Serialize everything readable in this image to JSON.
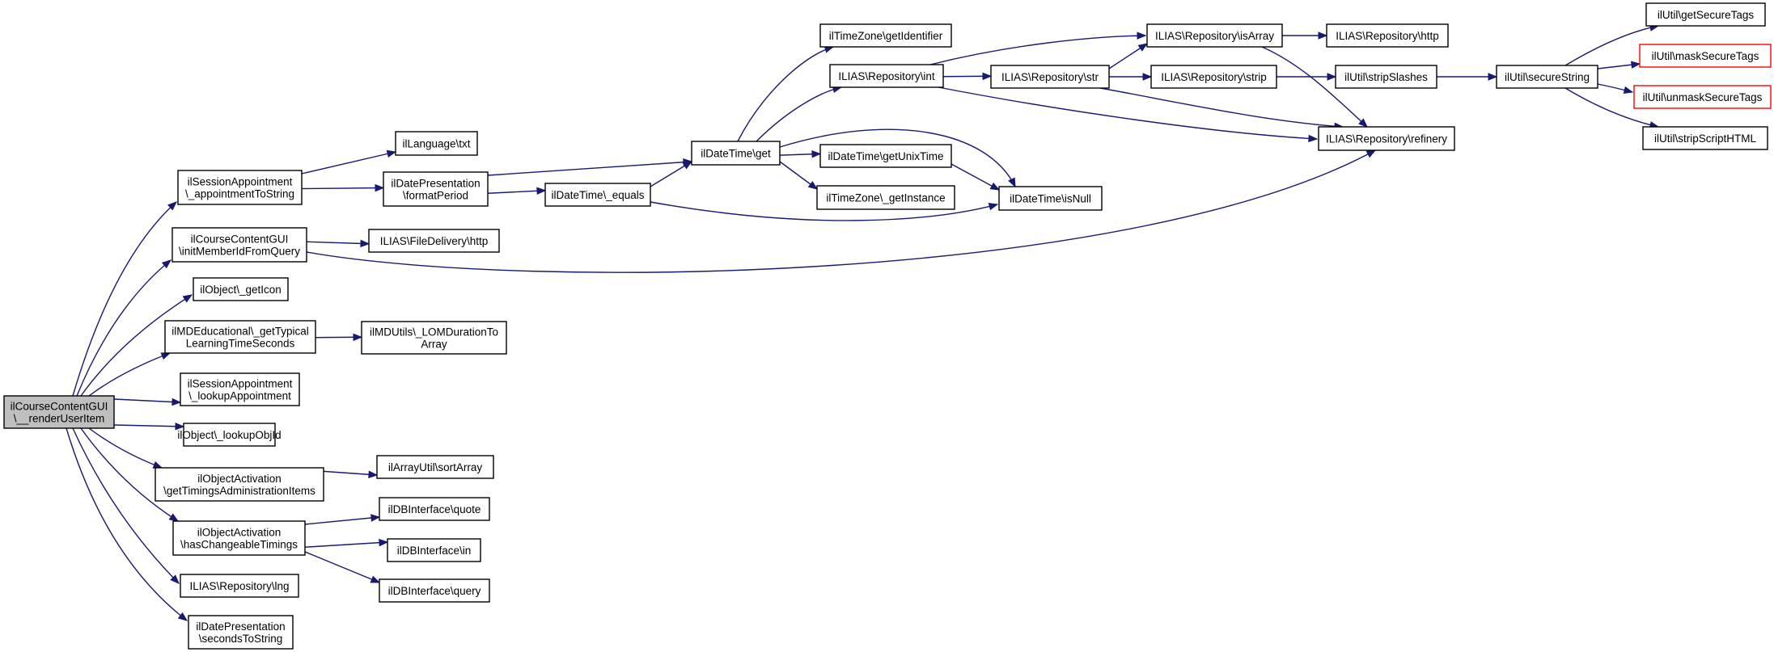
{
  "colors": {
    "edge": "#191970",
    "root_fill": "#bfbfbf",
    "node_fill": "#ffffff",
    "node_border": "#000000",
    "truncated_border": "#ff0000"
  },
  "nodes": [
    {
      "id": "root",
      "lines": [
        "ilCourseContentGUI",
        "\\__renderUserItem"
      ],
      "style": "root"
    },
    {
      "id": "sessAppToString",
      "lines": [
        "ilSessionAppointment",
        "\\_appointmentToString"
      ],
      "style": "plain"
    },
    {
      "id": "initMember",
      "lines": [
        "ilCourseContentGUI",
        "\\initMemberIdFromQuery"
      ],
      "style": "plain"
    },
    {
      "id": "getIcon",
      "lines": [
        "ilObject\\_getIcon"
      ],
      "style": "plain"
    },
    {
      "id": "mdEdu",
      "lines": [
        "ilMDEducational\\_getTypical",
        "LearningTimeSeconds"
      ],
      "style": "plain"
    },
    {
      "id": "lookupApp",
      "lines": [
        "ilSessionAppointment",
        "\\_lookupAppointment"
      ],
      "style": "plain"
    },
    {
      "id": "lookupObjId",
      "lines": [
        "ilObject\\_lookupObjId"
      ],
      "style": "plain"
    },
    {
      "id": "timingsAdmin",
      "lines": [
        "ilObjectActivation",
        "\\getTimingsAdministrationItems"
      ],
      "style": "plain"
    },
    {
      "id": "hasChangeable",
      "lines": [
        "ilObjectActivation",
        "\\hasChangeableTimings"
      ],
      "style": "plain"
    },
    {
      "id": "repoLng",
      "lines": [
        "ILIAS\\Repository\\lng"
      ],
      "style": "plain"
    },
    {
      "id": "secToString",
      "lines": [
        "ilDatePresentation",
        "\\secondsToString"
      ],
      "style": "plain"
    },
    {
      "id": "langTxt",
      "lines": [
        "ilLanguage\\txt"
      ],
      "style": "plain"
    },
    {
      "id": "formatPeriod",
      "lines": [
        "ilDatePresentation",
        "\\formatPeriod"
      ],
      "style": "plain"
    },
    {
      "id": "fileHttp",
      "lines": [
        "ILIAS\\FileDelivery\\http"
      ],
      "style": "plain"
    },
    {
      "id": "lomDuration",
      "lines": [
        "ilMDUtils\\_LOMDurationTo",
        "Array"
      ],
      "style": "plain"
    },
    {
      "id": "sortArray",
      "lines": [
        "ilArrayUtil\\sortArray"
      ],
      "style": "plain"
    },
    {
      "id": "dbQuote",
      "lines": [
        "ilDBInterface\\quote"
      ],
      "style": "plain"
    },
    {
      "id": "dbIn",
      "lines": [
        "ilDBInterface\\in"
      ],
      "style": "plain"
    },
    {
      "id": "dbQuery",
      "lines": [
        "ilDBInterface\\query"
      ],
      "style": "plain"
    },
    {
      "id": "dtEquals",
      "lines": [
        "ilDateTime\\_equals"
      ],
      "style": "plain"
    },
    {
      "id": "dtGet",
      "lines": [
        "ilDateTime\\get"
      ],
      "style": "plain"
    },
    {
      "id": "tzGetId",
      "lines": [
        "ilTimeZone\\getIdentifier"
      ],
      "style": "plain"
    },
    {
      "id": "repoInt",
      "lines": [
        "ILIAS\\Repository\\int"
      ],
      "style": "plain"
    },
    {
      "id": "dtUnix",
      "lines": [
        "ilDateTime\\getUnixTime"
      ],
      "style": "plain"
    },
    {
      "id": "tzInstance",
      "lines": [
        "ilTimeZone\\_getInstance"
      ],
      "style": "plain"
    },
    {
      "id": "dtIsNull",
      "lines": [
        "ilDateTime\\isNull"
      ],
      "style": "plain"
    },
    {
      "id": "repoStr",
      "lines": [
        "ILIAS\\Repository\\str"
      ],
      "style": "plain"
    },
    {
      "id": "repoIsArray",
      "lines": [
        "ILIAS\\Repository\\isArray"
      ],
      "style": "plain"
    },
    {
      "id": "repoStrip",
      "lines": [
        "ILIAS\\Repository\\strip"
      ],
      "style": "plain"
    },
    {
      "id": "repoRefinery",
      "lines": [
        "ILIAS\\Repository\\refinery"
      ],
      "style": "plain"
    },
    {
      "id": "repoHttp",
      "lines": [
        "ILIAS\\Repository\\http"
      ],
      "style": "plain"
    },
    {
      "id": "stripSlashes",
      "lines": [
        "ilUtil\\stripSlashes"
      ],
      "style": "plain"
    },
    {
      "id": "secureString",
      "lines": [
        "ilUtil\\secureString"
      ],
      "style": "plain"
    },
    {
      "id": "getSecureTags",
      "lines": [
        "ilUtil\\getSecureTags"
      ],
      "style": "plain"
    },
    {
      "id": "maskSecureTags",
      "lines": [
        "ilUtil\\maskSecureTags"
      ],
      "style": "trunc"
    },
    {
      "id": "unmaskSecureTags",
      "lines": [
        "ilUtil\\unmaskSecureTags"
      ],
      "style": "trunc"
    },
    {
      "id": "stripScriptHTML",
      "lines": [
        "ilUtil\\stripScriptHTML"
      ],
      "style": "plain"
    }
  ],
  "edges": [
    [
      "root",
      "sessAppToString"
    ],
    [
      "root",
      "initMember"
    ],
    [
      "root",
      "getIcon"
    ],
    [
      "root",
      "mdEdu"
    ],
    [
      "root",
      "lookupApp"
    ],
    [
      "root",
      "lookupObjId"
    ],
    [
      "root",
      "timingsAdmin"
    ],
    [
      "root",
      "hasChangeable"
    ],
    [
      "root",
      "repoLng"
    ],
    [
      "root",
      "secToString"
    ],
    [
      "sessAppToString",
      "langTxt"
    ],
    [
      "sessAppToString",
      "formatPeriod"
    ],
    [
      "initMember",
      "fileHttp"
    ],
    [
      "initMember",
      "repoRefinery"
    ],
    [
      "mdEdu",
      "lomDuration"
    ],
    [
      "timingsAdmin",
      "sortArray"
    ],
    [
      "hasChangeable",
      "dbQuote"
    ],
    [
      "hasChangeable",
      "dbIn"
    ],
    [
      "hasChangeable",
      "dbQuery"
    ],
    [
      "formatPeriod",
      "dtGet"
    ],
    [
      "formatPeriod",
      "dtEquals"
    ],
    [
      "dtEquals",
      "dtGet"
    ],
    [
      "dtEquals",
      "dtIsNull"
    ],
    [
      "dtGet",
      "tzGetId"
    ],
    [
      "dtGet",
      "repoInt"
    ],
    [
      "dtGet",
      "dtUnix"
    ],
    [
      "dtGet",
      "tzInstance"
    ],
    [
      "dtGet",
      "dtIsNull"
    ],
    [
      "dtUnix",
      "dtIsNull"
    ],
    [
      "repoInt",
      "repoStr"
    ],
    [
      "repoInt",
      "repoIsArray"
    ],
    [
      "repoInt",
      "repoRefinery"
    ],
    [
      "repoStr",
      "repoIsArray"
    ],
    [
      "repoStr",
      "repoStrip"
    ],
    [
      "repoStr",
      "repoRefinery"
    ],
    [
      "repoIsArray",
      "repoHttp"
    ],
    [
      "repoIsArray",
      "repoRefinery"
    ],
    [
      "repoStrip",
      "stripSlashes"
    ],
    [
      "stripSlashes",
      "secureString"
    ],
    [
      "secureString",
      "getSecureTags"
    ],
    [
      "secureString",
      "maskSecureTags"
    ],
    [
      "secureString",
      "unmaskSecureTags"
    ],
    [
      "secureString",
      "stripScriptHTML"
    ]
  ]
}
